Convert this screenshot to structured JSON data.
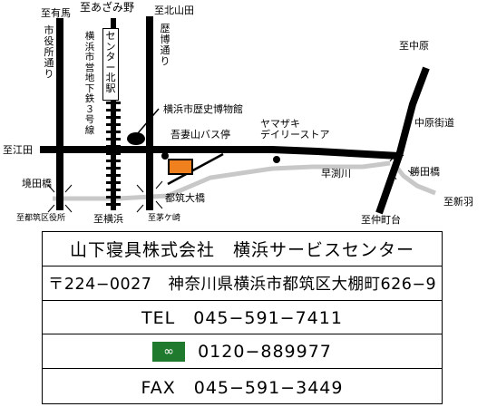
{
  "map": {
    "labels": {
      "to_arima": "至有馬",
      "to_azamino": "至あざみ野",
      "to_kitayamata": "至北山田",
      "city_hall_street": "市役所通り",
      "subway_line": "横浜市営地下鉄３号線",
      "rekihaku_street": "歴博通り",
      "center_kita_station": "センター北駅",
      "to_nakahara": "至中原",
      "nakahara_kaido": "中原街道",
      "museum": "横浜市歴史博物館",
      "yamazaki": "ヤマザキ\nデイリーストア",
      "to_eda": "至江田",
      "bus_stop": "吾妻山バス停",
      "hayabuchi_river": "早渕川",
      "katsuta_bridge": "勝田橋",
      "sakaida_bridge": "境田橋",
      "tsuzuki_bridge": "都筑大橋",
      "to_shinba": "至新羽",
      "to_tsuzuki_ward_office": "至都筑区役所",
      "to_yokohama": "至横浜",
      "to_chigasaki": "至茅ケ崎",
      "to_nakamachidai": "至仲町台"
    },
    "colors": {
      "shop_marker": "#f07f1e",
      "river": "#c8c8c8",
      "road": "#000000"
    }
  },
  "info": {
    "company": "山下寝具株式会社　横浜サービスセンター",
    "address": "〒224−0027　神奈川県横浜市都筑区大棚町626−9",
    "tel": "TEL　045−591−7411",
    "freedial": "0120−889977",
    "freedial_icon": "free-dial-icon",
    "freedial_color": "#1f7a2e",
    "fax": "FAX　045−591−3449"
  }
}
